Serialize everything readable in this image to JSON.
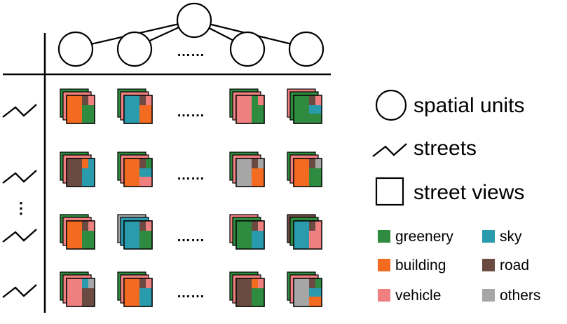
{
  "colors": {
    "greenery": "#2e8b3f",
    "sky": "#2a9aad",
    "building": "#f26b21",
    "road": "#6b4a42",
    "vehicle": "#f08080",
    "others": "#a6a6a6",
    "line": "#000000"
  },
  "ellipsis": "……",
  "vertical_ellipsis": "⋮",
  "legend": {
    "spatial_units": "spatial units",
    "streets": "streets",
    "street_views": "street views"
  },
  "color_legend": [
    {
      "key": "greenery",
      "label": "greenery"
    },
    {
      "key": "sky",
      "label": "sky"
    },
    {
      "key": "building",
      "label": "building"
    },
    {
      "key": "road",
      "label": "road"
    },
    {
      "key": "vehicle",
      "label": "vehicle"
    },
    {
      "key": "others",
      "label": "others"
    }
  ],
  "grid_rows": [
    {
      "tiles": [
        {
          "back": [
            "greenery",
            "vehicle"
          ],
          "main": "building",
          "bottom": "greenery",
          "tl": "road",
          "tr": "vehicle"
        },
        {
          "back": [
            "greenery",
            "vehicle"
          ],
          "main": "sky",
          "bottom": "building",
          "tl": "road",
          "tr": "vehicle"
        },
        {
          "back": [
            "greenery",
            "vehicle"
          ],
          "main": "vehicle",
          "bottom": "greenery",
          "tl": "greenery",
          "tr": "vehicle"
        },
        {
          "back": [
            "vehicle",
            "greenery"
          ],
          "main": "greenery",
          "bottom": "greenery",
          "tl": "road",
          "tr": "vehicle"
        }
      ]
    },
    {
      "tiles": [
        {
          "back": [
            "greenery",
            "vehicle"
          ],
          "main": "road",
          "bottom": "sky",
          "tl": "building",
          "tr": "sky"
        },
        {
          "back": [
            "greenery",
            "vehicle"
          ],
          "main": "building",
          "bottom": "vehicle",
          "tl": "road",
          "tr": "greenery"
        },
        {
          "back": [
            "greenery",
            "vehicle"
          ],
          "main": "others",
          "bottom": "building",
          "tl": "road",
          "tr": "others"
        },
        {
          "back": [
            "greenery",
            "vehicle"
          ],
          "main": "building",
          "bottom": "greenery",
          "tl": "road",
          "tr": "others"
        }
      ]
    },
    {
      "tiles": [
        {
          "back": [
            "greenery",
            "vehicle"
          ],
          "main": "building",
          "bottom": "greenery",
          "tl": "road",
          "tr": "vehicle"
        },
        {
          "back": [
            "others",
            "sky"
          ],
          "main": "sky",
          "bottom": "greenery",
          "tl": "road",
          "tr": "vehicle"
        },
        {
          "back": [
            "vehicle",
            "greenery"
          ],
          "main": "greenery",
          "bottom": "sky",
          "tl": "road",
          "tr": "vehicle"
        },
        {
          "back": [
            "road",
            "greenery"
          ],
          "main": "sky",
          "bottom": "vehicle",
          "tl": "road",
          "tr": "vehicle"
        }
      ]
    },
    {
      "tiles": [
        {
          "back": [
            "greenery",
            "vehicle"
          ],
          "main": "vehicle",
          "bottom": "road",
          "tl": "sky",
          "tr": "others"
        },
        {
          "back": [
            "greenery",
            "vehicle"
          ],
          "main": "building",
          "bottom": "sky",
          "tl": "road",
          "tr": "vehicle"
        },
        {
          "back": [
            "greenery",
            "vehicle"
          ],
          "main": "road",
          "bottom": "greenery",
          "tl": "building",
          "tr": "vehicle"
        },
        {
          "back": [
            "greenery",
            "vehicle"
          ],
          "main": "others",
          "bottom": "building",
          "tl": "road",
          "tr": "greenery"
        }
      ]
    }
  ]
}
